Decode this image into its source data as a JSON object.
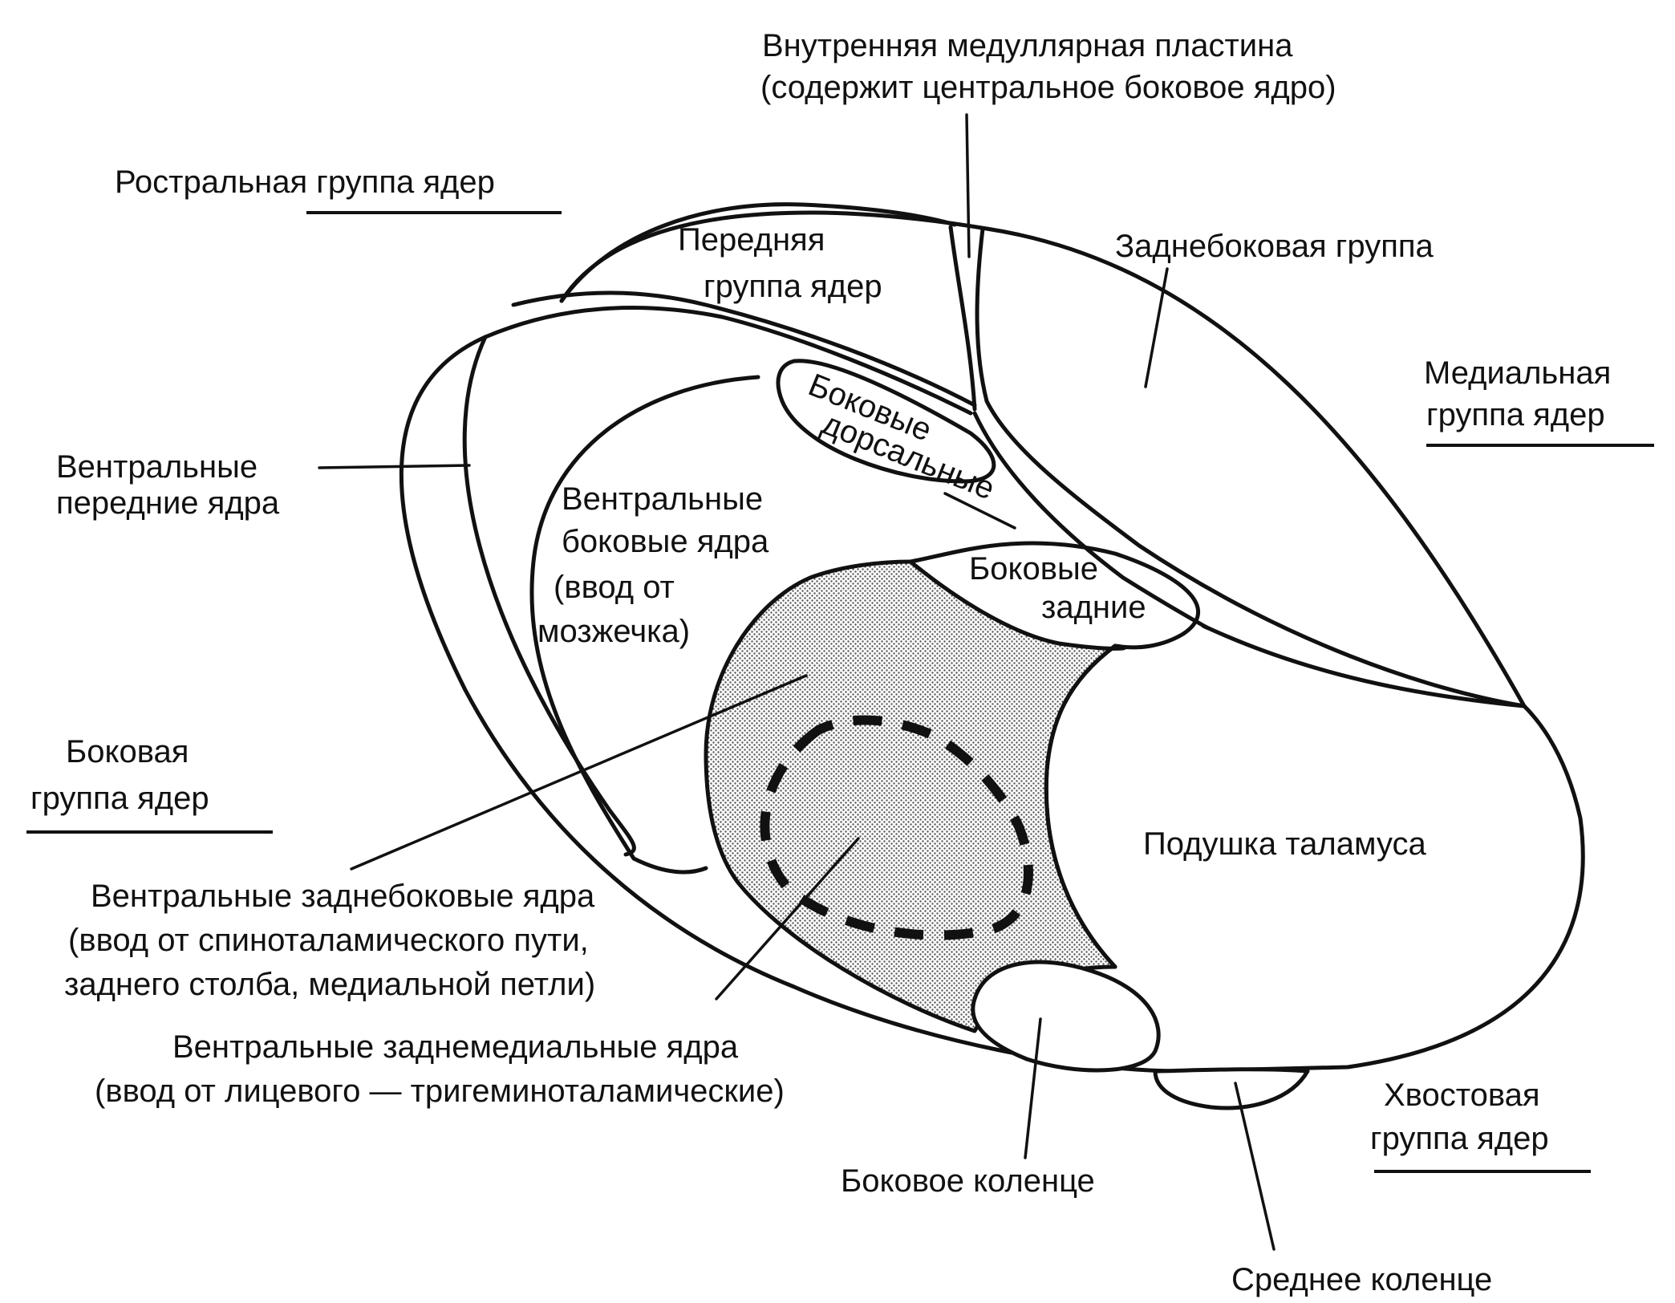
{
  "colors": {
    "ink": "#111111",
    "paper": "#ffffff",
    "stipple": "#d6d6d6"
  },
  "labels": {
    "internal_lamina_1": "Внутренняя медуллярная пластина",
    "internal_lamina_2": "(содержит центральное боковое ядро)",
    "rostral_group": "Ростральная группа ядер",
    "anterior_group_1": "Передняя",
    "anterior_group_2": "группа ядер",
    "posterolateral_group": "Заднебоковая группа",
    "medial_group_1": "Медиальная",
    "medial_group_2": "группа ядер",
    "lateral_dorsal_1": "Боковые",
    "lateral_dorsal_2": "дорсальные",
    "ventral_anterior_1": "Вентральные",
    "ventral_anterior_2": "передние ядра",
    "ventral_lateral_1": "Вентральные",
    "ventral_lateral_2": "боковые ядра",
    "ventral_lateral_3": "(ввод от",
    "ventral_lateral_4": "мозжечка)",
    "lateral_posterior_1": "Боковые",
    "lateral_posterior_2": "задние",
    "lateral_group_1": "Боковая",
    "lateral_group_2": "группа ядер",
    "pulvinar": "Подушка таламуса",
    "vpl_1": "Вентральные заднебоковые ядра",
    "vpl_2": "(ввод от спиноталамического пути,",
    "vpl_3": "заднего столба, медиальной петли)",
    "vpm_1": "Вентральные заднемедиальные ядра",
    "vpm_2": "(ввод от лицевого — тригеминоталамические)",
    "caudal_group_1": "Хвостовая",
    "caudal_group_2": "группа ядер",
    "lateral_geniculate": "Боковое коленце",
    "medial_geniculate": "Среднее коленце"
  }
}
